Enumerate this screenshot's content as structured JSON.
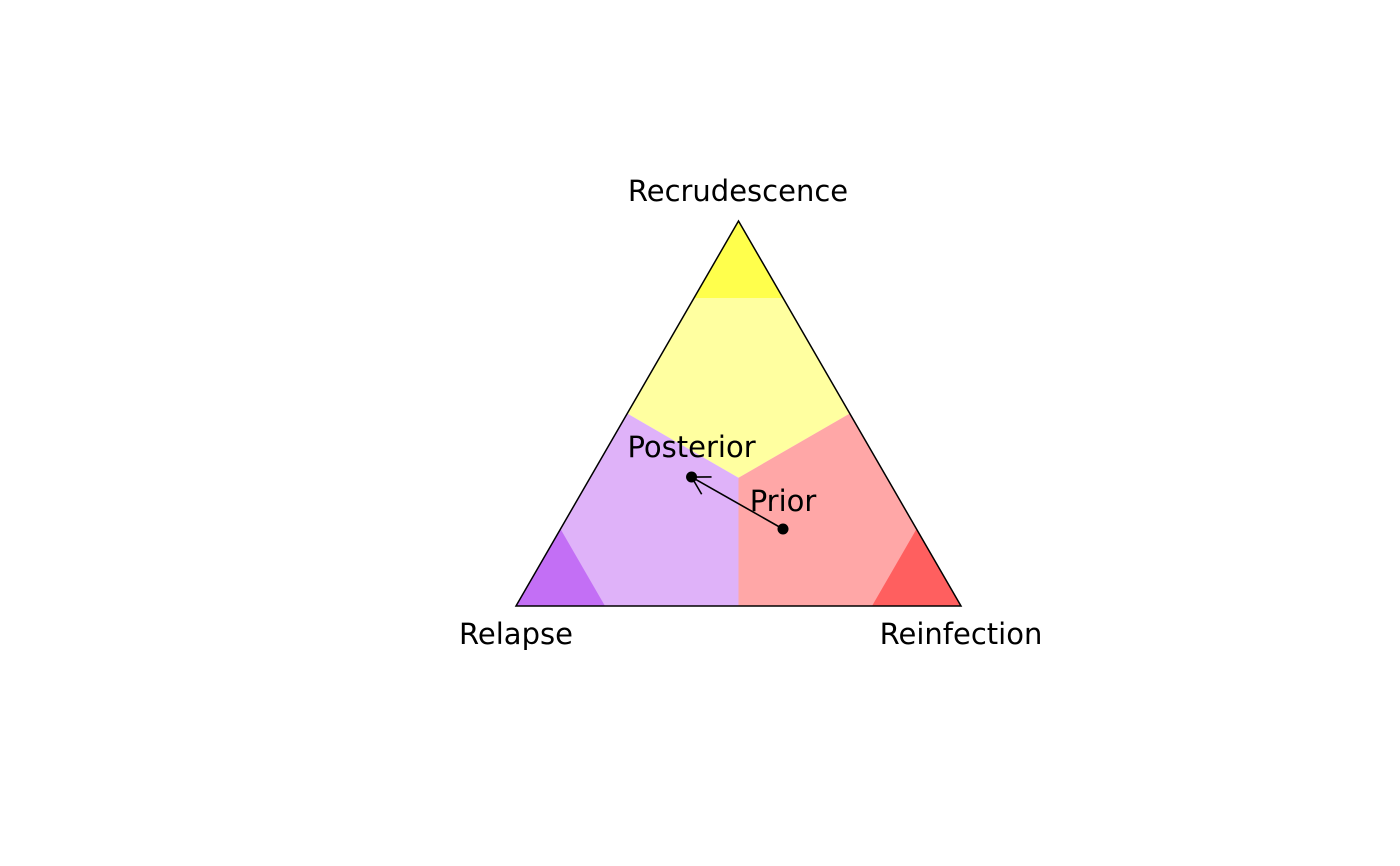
{
  "chart_data": {
    "type": "ternary",
    "vertices": {
      "top": "Recrudescence",
      "left": "Relapse",
      "right": "Reinfection"
    },
    "regions": [
      {
        "name": "Recrudescence",
        "color": "#ffff4c",
        "light_color": "#ffffa0"
      },
      {
        "name": "Relapse",
        "color": "#c36ff5",
        "light_color": "#dfb2f9"
      },
      {
        "name": "Reinfection",
        "color": "#ff5f5f",
        "light_color": "#ffa7a7"
      }
    ],
    "high_threshold": 0.8,
    "points": [
      {
        "label": "Prior",
        "recrudescence": 0.2,
        "relapse": 0.3,
        "reinfection": 0.5
      },
      {
        "label": "Posterior",
        "recrudescence": 0.335,
        "relapse": 0.438,
        "reinfection": 0.227
      }
    ],
    "arrow": {
      "from": "Prior",
      "to": "Posterior"
    }
  }
}
